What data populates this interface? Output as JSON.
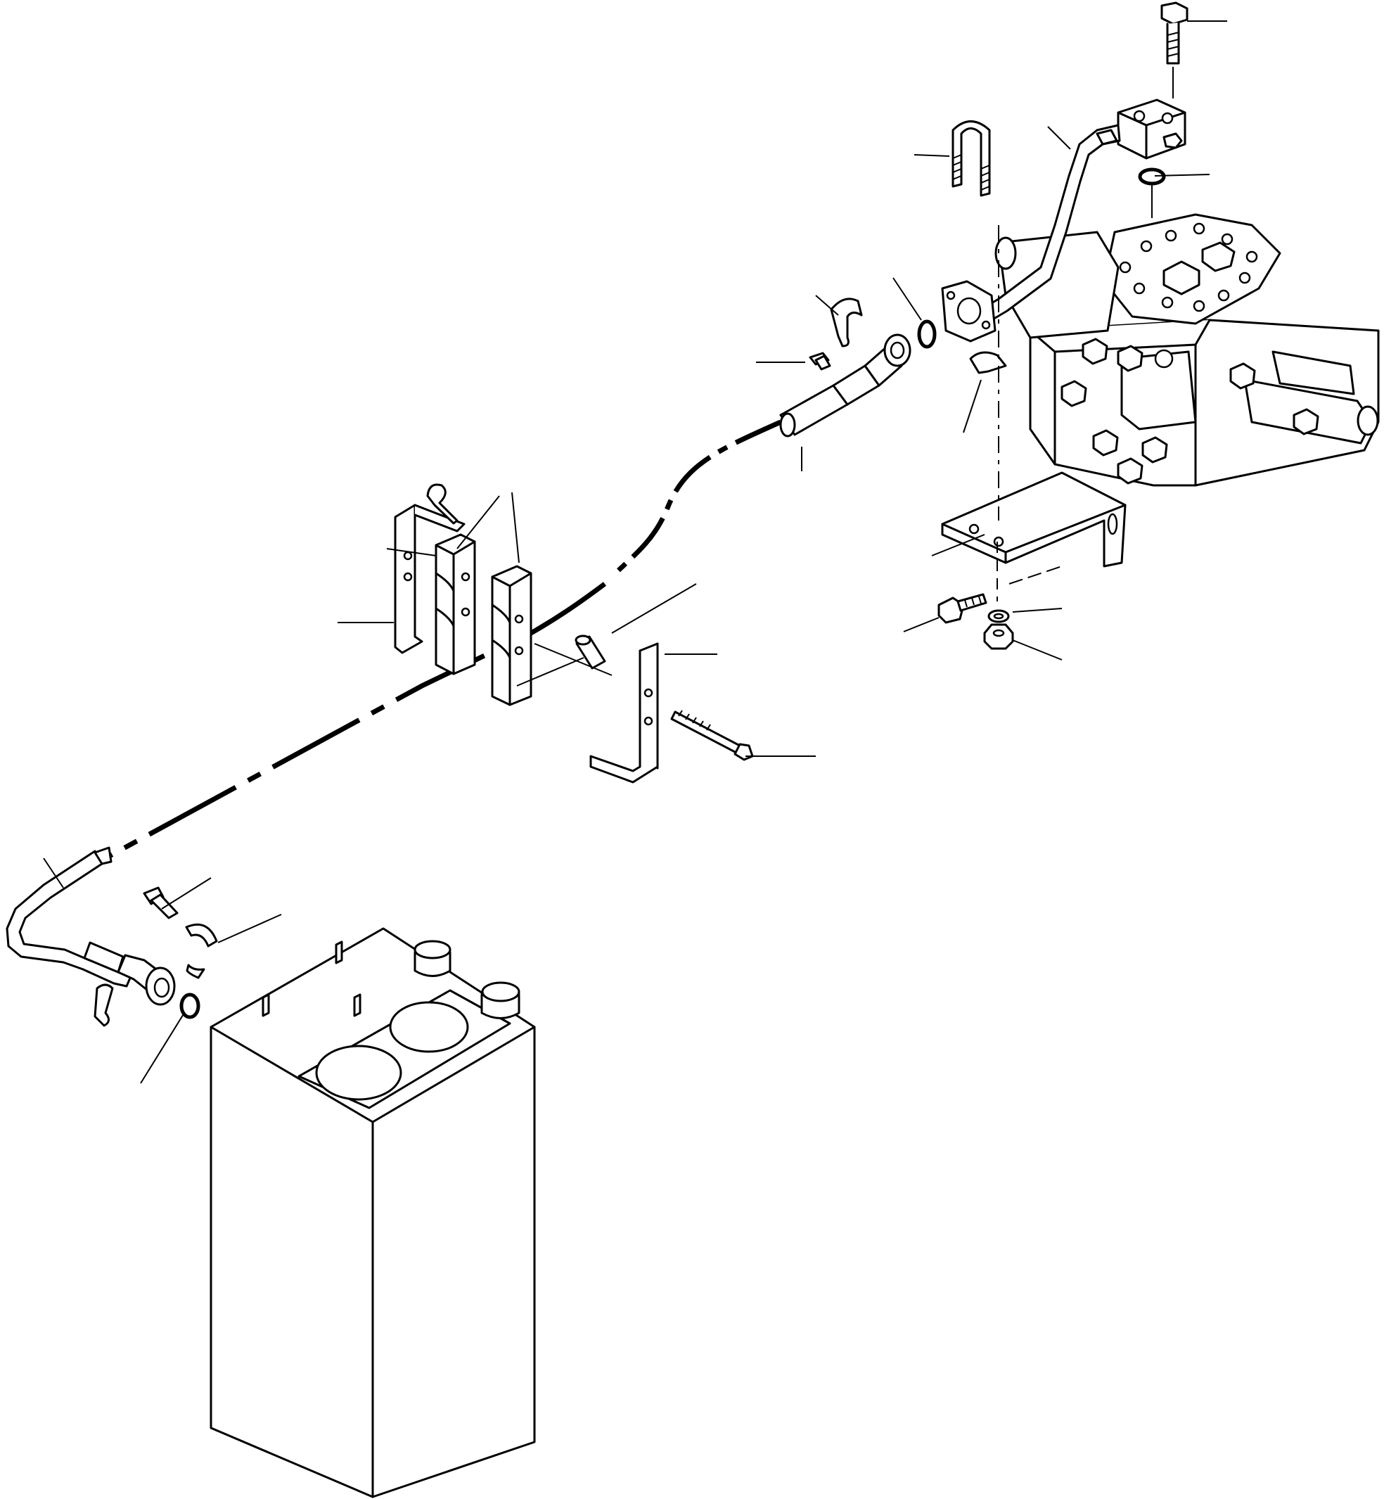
{
  "diagram": {
    "background": "#ffffff",
    "line_color": "#000000",
    "parts": [
      "control-valve",
      "supply-tube",
      "top-flange",
      "flange-bolt",
      "o-ring",
      "u-bolt",
      "split-flange",
      "flange-clamp",
      "hose-assembly",
      "hose-clamp-block",
      "clamp-bracket",
      "spacer-tube",
      "long-bolt",
      "mounting-bracket",
      "bracket-bolt",
      "washer",
      "nut",
      "tank-elbow-tube",
      "hydraulic-tank"
    ]
  }
}
